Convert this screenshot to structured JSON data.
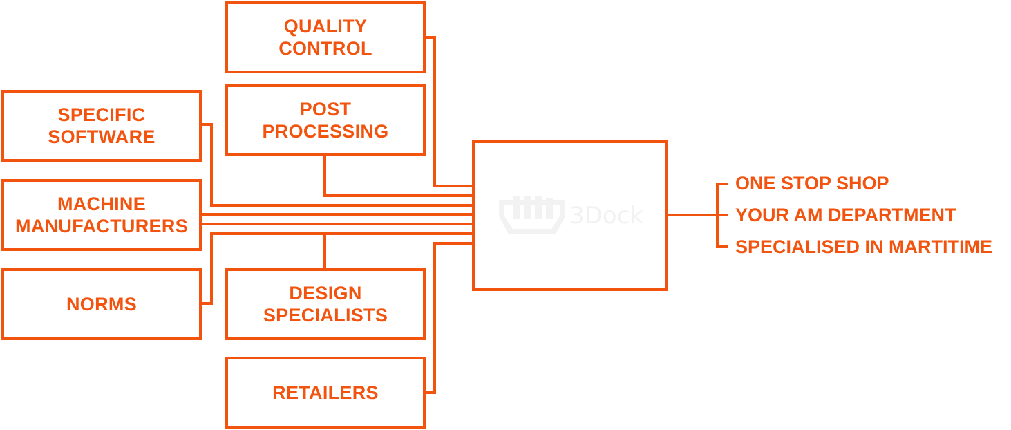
{
  "colors": {
    "accent": "#f2540f",
    "logo": "#e9e9e9"
  },
  "inputs": {
    "quality_control": "QUALITY\nCONTROL",
    "post_processing": "POST\nPROCESSING",
    "specific_software": "SPECIFIC\nSOFTWARE",
    "machine_manufacturers": "MACHINE\nMANUFACTURERS",
    "norms": "NORMS",
    "design_specialists": "DESIGN\nSPECIALISTS",
    "retailers": "RETAILERS"
  },
  "hub": {
    "logo_text": "3Dock",
    "logo_icon": "ship-hull-logo-icon"
  },
  "outputs": [
    "ONE STOP SHOP",
    "YOUR AM DEPARTMENT",
    "SPECIALISED IN MARTITIME"
  ]
}
